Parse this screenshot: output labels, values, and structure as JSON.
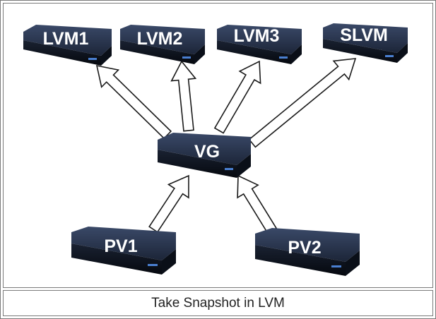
{
  "diagram": {
    "nodes": {
      "lvm1": "LVM1",
      "lvm2": "LVM2",
      "lvm3": "LVM3",
      "slvm": "SLVM",
      "vg": "VG",
      "pv1": "PV1",
      "pv2": "PV2"
    },
    "edges": [
      {
        "from": "pv1",
        "to": "vg"
      },
      {
        "from": "pv2",
        "to": "vg"
      },
      {
        "from": "vg",
        "to": "lvm1"
      },
      {
        "from": "vg",
        "to": "lvm2"
      },
      {
        "from": "vg",
        "to": "lvm3"
      },
      {
        "from": "vg",
        "to": "slvm"
      }
    ],
    "colors": {
      "device_top": "#2c3850",
      "device_front": "#0e1420",
      "led": "#4a7fd0",
      "arrow_fill": "#ffffff",
      "arrow_stroke": "#1a1a1a"
    }
  },
  "caption": "Take Snapshot in LVM"
}
